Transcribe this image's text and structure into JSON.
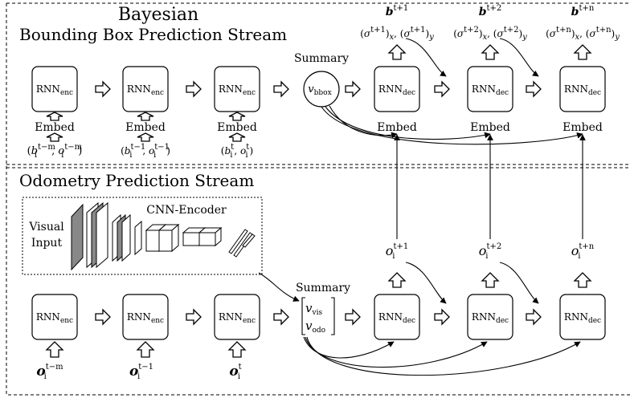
{
  "title": {
    "line1": "Bayesian",
    "line2": "Bounding Box Prediction Stream"
  },
  "odometry_stream_title": "Odometry Prediction Stream",
  "cnn": {
    "encoder_label": "CNN-Encoder",
    "input_label_line1": "Visual",
    "input_label_line2": "Input"
  },
  "summary_label": "Summary",
  "rnn": {
    "base": "RNN",
    "enc_sub": "enc",
    "dec_sub": "dec"
  },
  "embed_label": "Embed",
  "bbox_summary": {
    "v": "v",
    "sub": "bbox"
  },
  "odo_summary": {
    "vis": "v",
    "vis_sub": "vis",
    "odo": "v",
    "odo_sub": "odo"
  },
  "bbox_inputs": [
    {
      "text": "(b_i^{t-m}, o_i^{t-m})"
    },
    {
      "text": "(b_i^{t-1}, o_i^{t-1})"
    },
    {
      "text": "(b_i^t, o_i^t)"
    }
  ],
  "bbox_outputs": [
    {
      "b_sup": "t+1",
      "sigma_sup": "t+1"
    },
    {
      "b_sup": "t+2",
      "sigma_sup": "t+2"
    },
    {
      "b_sup": "t+n",
      "sigma_sup": "t+n"
    }
  ],
  "odo_inputs": [
    {
      "sup": "t−m"
    },
    {
      "sup": "t−1"
    },
    {
      "sup": "t"
    }
  ],
  "odo_outputs": [
    {
      "sup": "t+1"
    },
    {
      "sup": "t+2"
    },
    {
      "sup": "t+n"
    }
  ],
  "symbols": {
    "b": "b",
    "o": "o",
    "i": "i",
    "sigma": "σ",
    "x": "x",
    "y": "y"
  }
}
